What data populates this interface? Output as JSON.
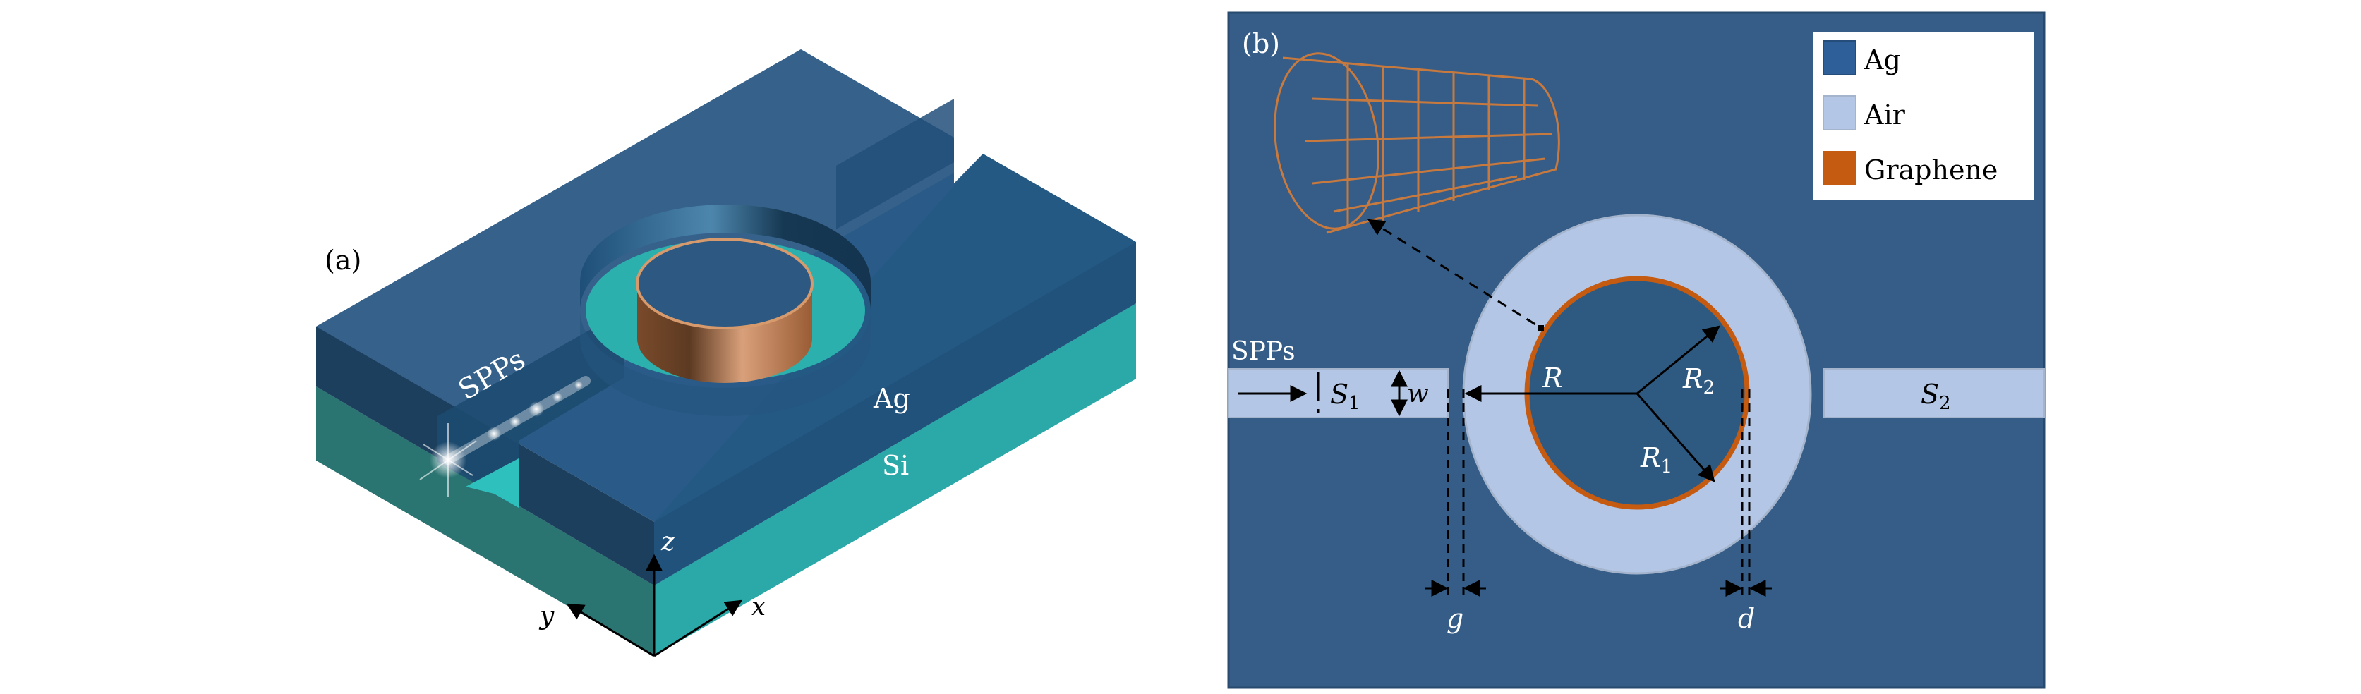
{
  "panel_a": {
    "label": "(a)",
    "spps_label": "SPPs",
    "ag_label": "Ag",
    "si_label": "Si",
    "axes": {
      "x": "x",
      "y": "y",
      "z": "z"
    }
  },
  "panel_b": {
    "label": "(b)",
    "spps_label": "SPPs",
    "s1_label": "S",
    "s1_sub": "1",
    "s2_label": "S",
    "s2_sub": "2",
    "w_label": "w",
    "R_label": "R",
    "R1_label": "R",
    "R1_sub": "1",
    "R2_label": "R",
    "R2_sub": "2",
    "g_label": "g",
    "d_label": "d"
  },
  "legend": {
    "items": [
      {
        "label": "Ag",
        "color": "#2e5f98"
      },
      {
        "label": "Air",
        "color": "#b3c6e5"
      },
      {
        "label": "Graphene",
        "color": "#c55a11"
      }
    ]
  },
  "colors": {
    "ag_panel_b": "#355d87",
    "air": "#b3c6e5",
    "graphene": "#c55a11",
    "ag_3d_top": "#2a5b88",
    "si_3d": "#2ba8a8",
    "copper": "#c4875a"
  }
}
